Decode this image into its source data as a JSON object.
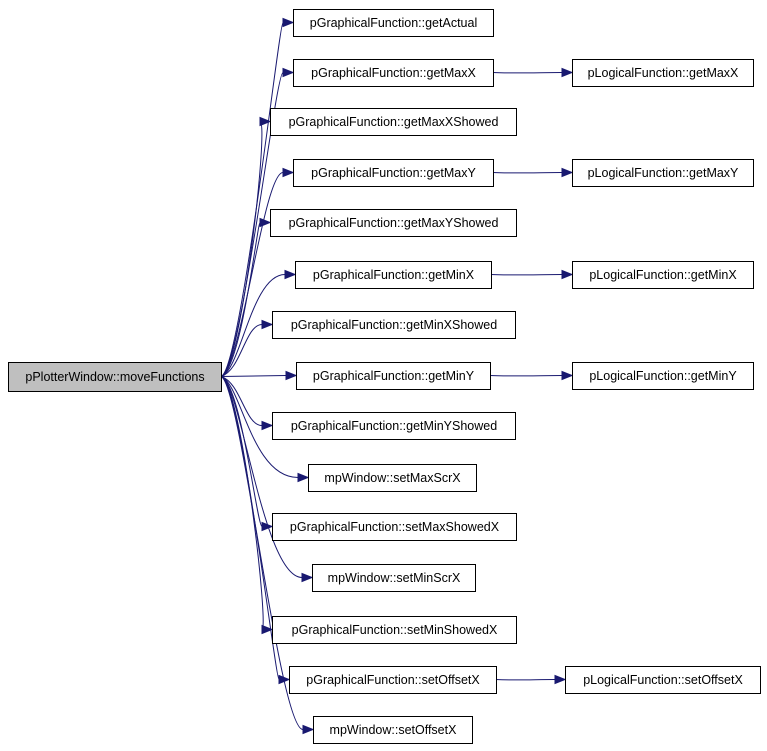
{
  "graph": {
    "root": {
      "id": "root",
      "label": "pPlotterWindow::moveFunctions"
    },
    "nodes": [
      {
        "id": "n1",
        "label": "pGraphicalFunction::getActual"
      },
      {
        "id": "n2",
        "label": "pGraphicalFunction::getMaxX"
      },
      {
        "id": "n3",
        "label": "pGraphicalFunction::getMaxXShowed"
      },
      {
        "id": "n4",
        "label": "pGraphicalFunction::getMaxY"
      },
      {
        "id": "n5",
        "label": "pGraphicalFunction::getMaxYShowed"
      },
      {
        "id": "n6",
        "label": "pGraphicalFunction::getMinX"
      },
      {
        "id": "n7",
        "label": "pGraphicalFunction::getMinXShowed"
      },
      {
        "id": "n8",
        "label": "pGraphicalFunction::getMinY"
      },
      {
        "id": "n9",
        "label": "pGraphicalFunction::getMinYShowed"
      },
      {
        "id": "n10",
        "label": "mpWindow::setMaxScrX"
      },
      {
        "id": "n11",
        "label": "pGraphicalFunction::setMaxShowedX"
      },
      {
        "id": "n12",
        "label": "mpWindow::setMinScrX"
      },
      {
        "id": "n13",
        "label": "pGraphicalFunction::setMinShowedX"
      },
      {
        "id": "n14",
        "label": "pGraphicalFunction::setOffsetX"
      },
      {
        "id": "n15",
        "label": "mpWindow::setOffsetX"
      },
      {
        "id": "m2",
        "label": "pLogicalFunction::getMaxX"
      },
      {
        "id": "m4",
        "label": "pLogicalFunction::getMaxY"
      },
      {
        "id": "m6",
        "label": "pLogicalFunction::getMinX"
      },
      {
        "id": "m8",
        "label": "pLogicalFunction::getMinY"
      },
      {
        "id": "m14",
        "label": "pLogicalFunction::setOffsetX"
      }
    ],
    "edges": [
      [
        "root",
        "n1"
      ],
      [
        "root",
        "n2"
      ],
      [
        "root",
        "n3"
      ],
      [
        "root",
        "n4"
      ],
      [
        "root",
        "n5"
      ],
      [
        "root",
        "n6"
      ],
      [
        "root",
        "n7"
      ],
      [
        "root",
        "n8"
      ],
      [
        "root",
        "n9"
      ],
      [
        "root",
        "n10"
      ],
      [
        "root",
        "n11"
      ],
      [
        "root",
        "n12"
      ],
      [
        "root",
        "n13"
      ],
      [
        "root",
        "n14"
      ],
      [
        "root",
        "n15"
      ],
      [
        "n2",
        "m2"
      ],
      [
        "n4",
        "m4"
      ],
      [
        "n6",
        "m6"
      ],
      [
        "n8",
        "m8"
      ],
      [
        "n14",
        "m14"
      ]
    ],
    "colors": {
      "edge": "#191970",
      "root_fill": "#bfbfbf",
      "node_fill": "#ffffff",
      "border": "#000000"
    }
  }
}
